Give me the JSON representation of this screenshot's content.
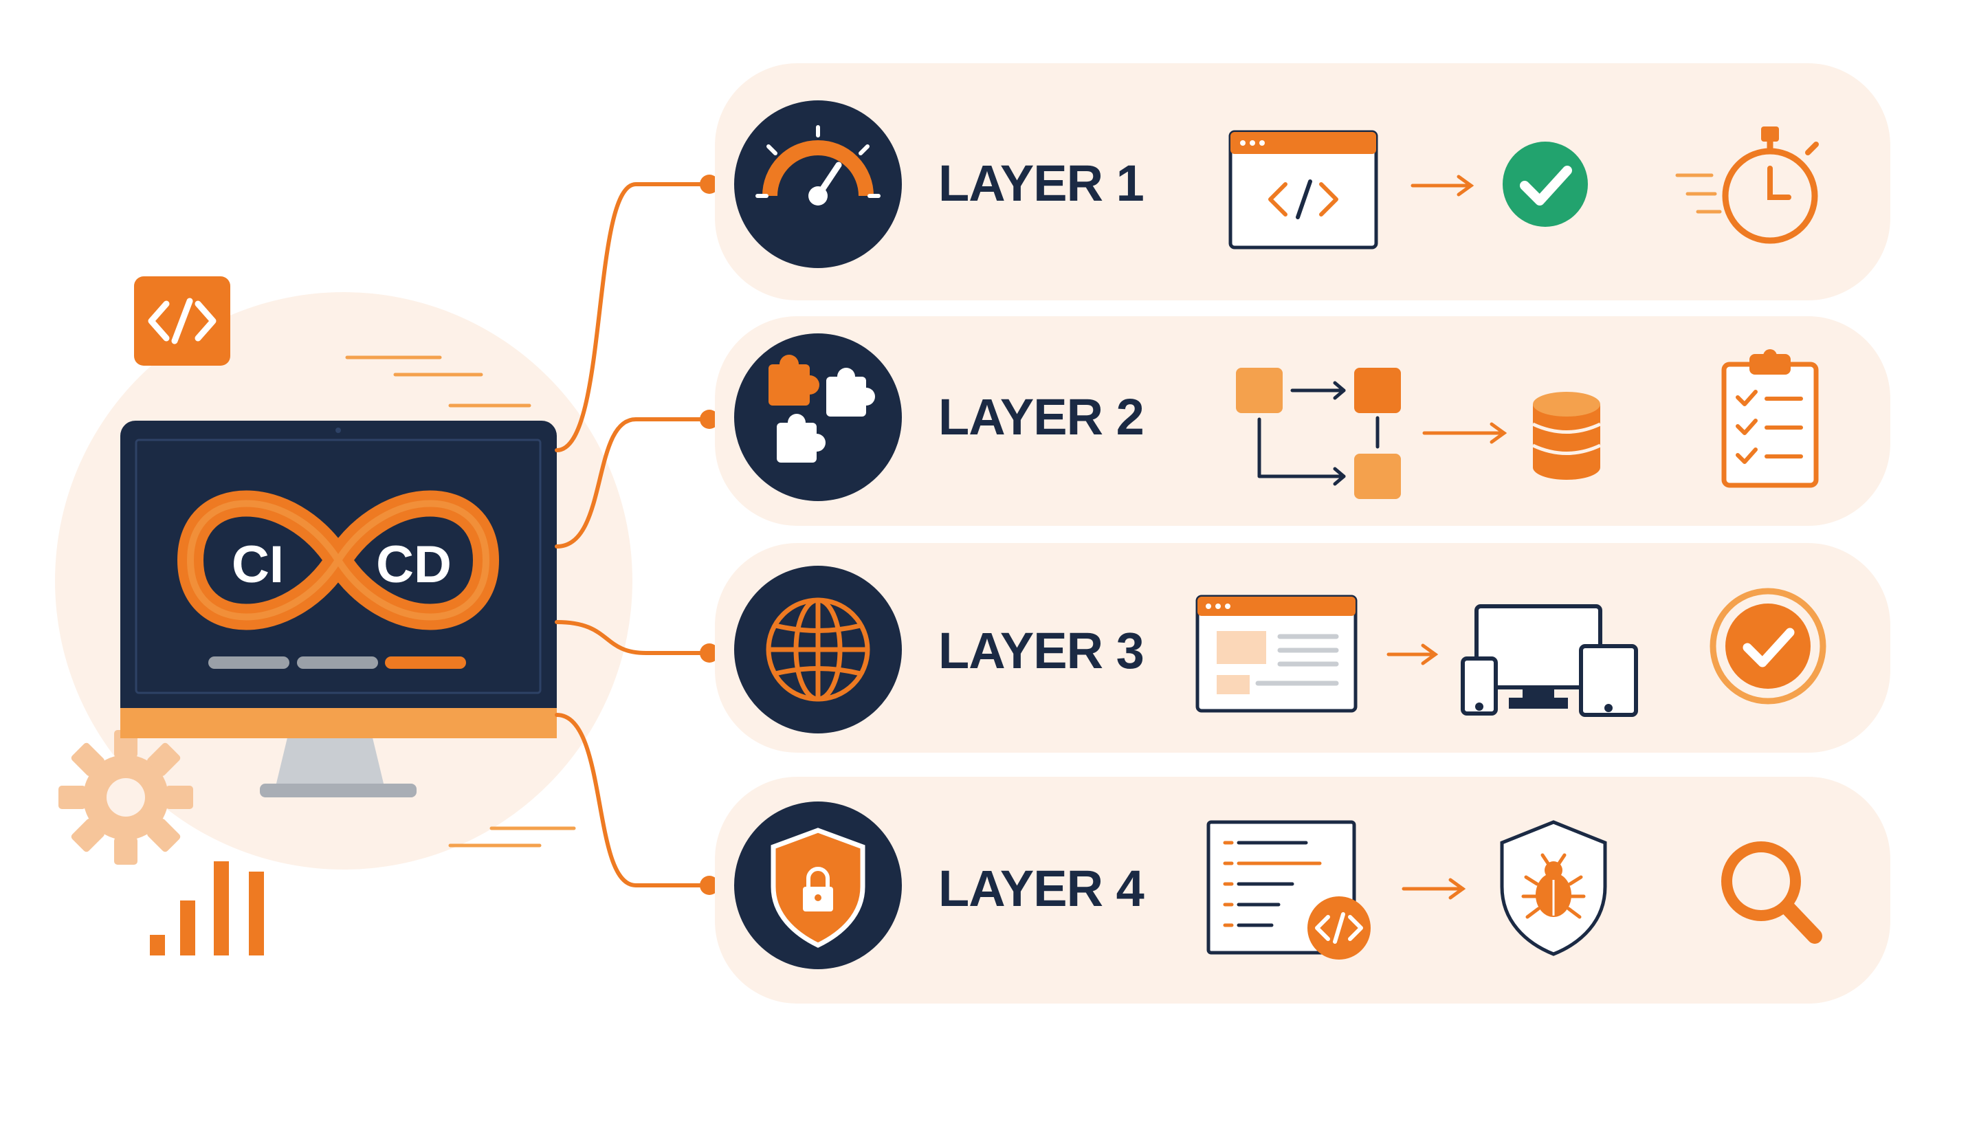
{
  "colors": {
    "orange": "#EE7A22",
    "orange_light": "#F4A14D",
    "navy": "#1B2A44",
    "panel_bg": "#FDF1E8",
    "green": "#22A36E",
    "gray": "#9AA0A8",
    "white": "#FFFFFF"
  },
  "monitor": {
    "ci_label": "CI",
    "cd_label": "CD",
    "code_badge_icon": "code-brackets-icon",
    "decorations": [
      "gear-icon",
      "bar-chart-icon",
      "speed-lines"
    ]
  },
  "layers": [
    {
      "title": "LAYER 1",
      "badge_icon": "speedometer-icon",
      "flow": [
        "code-window-icon",
        "arrow-right-icon",
        "check-circle-icon",
        "stopwatch-icon"
      ]
    },
    {
      "title": "LAYER 2",
      "badge_icon": "puzzle-icon",
      "flow": [
        "flow-blocks-icon",
        "arrow-right-icon",
        "database-icon",
        "clipboard-checklist-icon"
      ]
    },
    {
      "title": "LAYER 3",
      "badge_icon": "globe-icon",
      "flow": [
        "web-page-icon",
        "arrow-right-icon",
        "multi-device-icon",
        "check-badge-icon"
      ]
    },
    {
      "title": "LAYER 4",
      "badge_icon": "shield-lock-icon",
      "flow": [
        "code-document-icon",
        "arrow-right-icon",
        "bug-shield-icon",
        "magnifier-icon"
      ]
    }
  ]
}
